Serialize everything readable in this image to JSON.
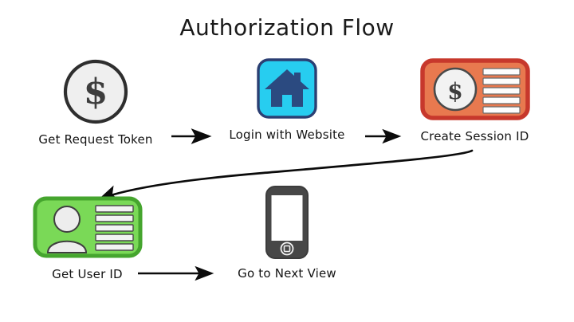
{
  "diagram": {
    "title": "Authorization Flow",
    "background_color": "#ffffff",
    "text_color": "#131313",
    "nodes": [
      {
        "id": "request-token",
        "label": "Get Request Token",
        "icon": "coin-dollar-icon",
        "colors": {
          "fill": "#efefef",
          "stroke": "#2e2e2e",
          "symbol": "#3d3d3d"
        }
      },
      {
        "id": "login-website",
        "label": "Login with Website",
        "icon": "home-house-icon",
        "colors": {
          "fill": "#27cdf0",
          "stroke": "#2b3f73",
          "symbol": "#2b4a80"
        }
      },
      {
        "id": "create-session",
        "label": "Create Session ID",
        "icon": "money-card-icon",
        "colors": {
          "fill": "#e8794f",
          "stroke": "#c7382c",
          "coin": "#f2f2f2",
          "lines": "#fdfdfd"
        }
      },
      {
        "id": "get-user-id",
        "label": "Get User ID",
        "icon": "id-card-person-icon",
        "colors": {
          "fill": "#7ad957",
          "stroke": "#45a52e",
          "person": "#ededed",
          "lines": "#f3f3f3"
        }
      },
      {
        "id": "next-view",
        "label": "Go to Next View",
        "icon": "smartphone-icon",
        "colors": {
          "fill": "#474747",
          "screen": "#ffffff",
          "stroke": "#3c3c3c"
        }
      }
    ],
    "arrows": [
      {
        "id": "arrow-token-to-login",
        "kind": "straight",
        "from": "request-token",
        "to": "login-website",
        "color": "#0b0b0b"
      },
      {
        "id": "arrow-login-to-session",
        "kind": "straight",
        "from": "login-website",
        "to": "create-session",
        "color": "#0b0b0b"
      },
      {
        "id": "arrow-session-to-user",
        "kind": "curved",
        "from": "create-session",
        "to": "get-user-id",
        "color": "#0b0b0b"
      },
      {
        "id": "arrow-user-to-view",
        "kind": "straight",
        "from": "get-user-id",
        "to": "next-view",
        "color": "#0b0b0b"
      }
    ]
  }
}
